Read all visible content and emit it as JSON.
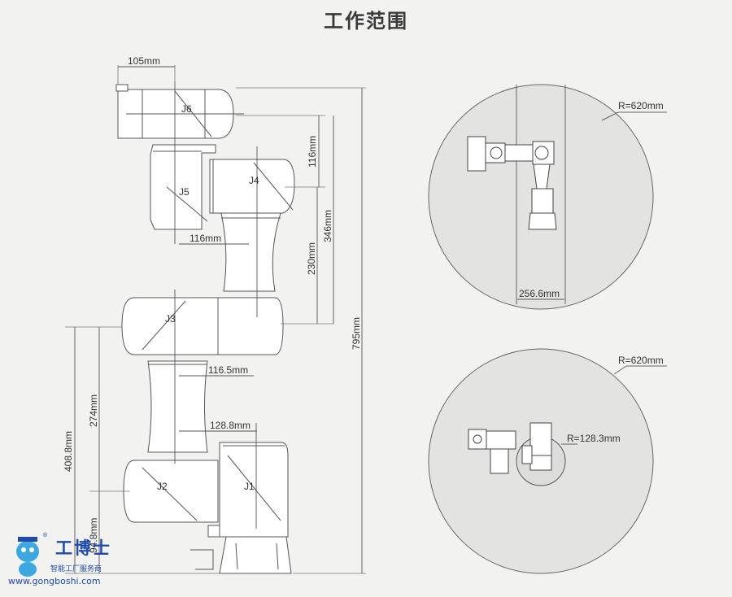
{
  "title": "工作范围",
  "side_view": {
    "joints": {
      "j1": "J1",
      "j2": "J2",
      "j3": "J3",
      "j4": "J4",
      "j5": "J5",
      "j6": "J6"
    },
    "dims": {
      "d105": "105mm",
      "d116_top": "116mm",
      "d116_mid": "116mm",
      "d346": "346mm",
      "d230": "230mm",
      "d795": "795mm",
      "d116_5": "116.5mm",
      "d128_8": "128.8mm",
      "d274": "274mm",
      "d408_8": "408.8mm",
      "d94_8": "94.8mm"
    }
  },
  "top_view": {
    "radius_label": "R=620mm",
    "offset_label": "256.6mm"
  },
  "bottom_view": {
    "radius_label": "R=620mm",
    "inner_radius_label": "R=128.3mm"
  },
  "logo": {
    "name": "工博士",
    "reg": "®",
    "subtitle": "智能工厂服务商",
    "url": "www.gongboshi.com"
  },
  "colors": {
    "background": "#f2f2f1",
    "circle_fill": "#e3e3e2",
    "line": "#555555",
    "logo_blue": "#1f4aa8"
  }
}
